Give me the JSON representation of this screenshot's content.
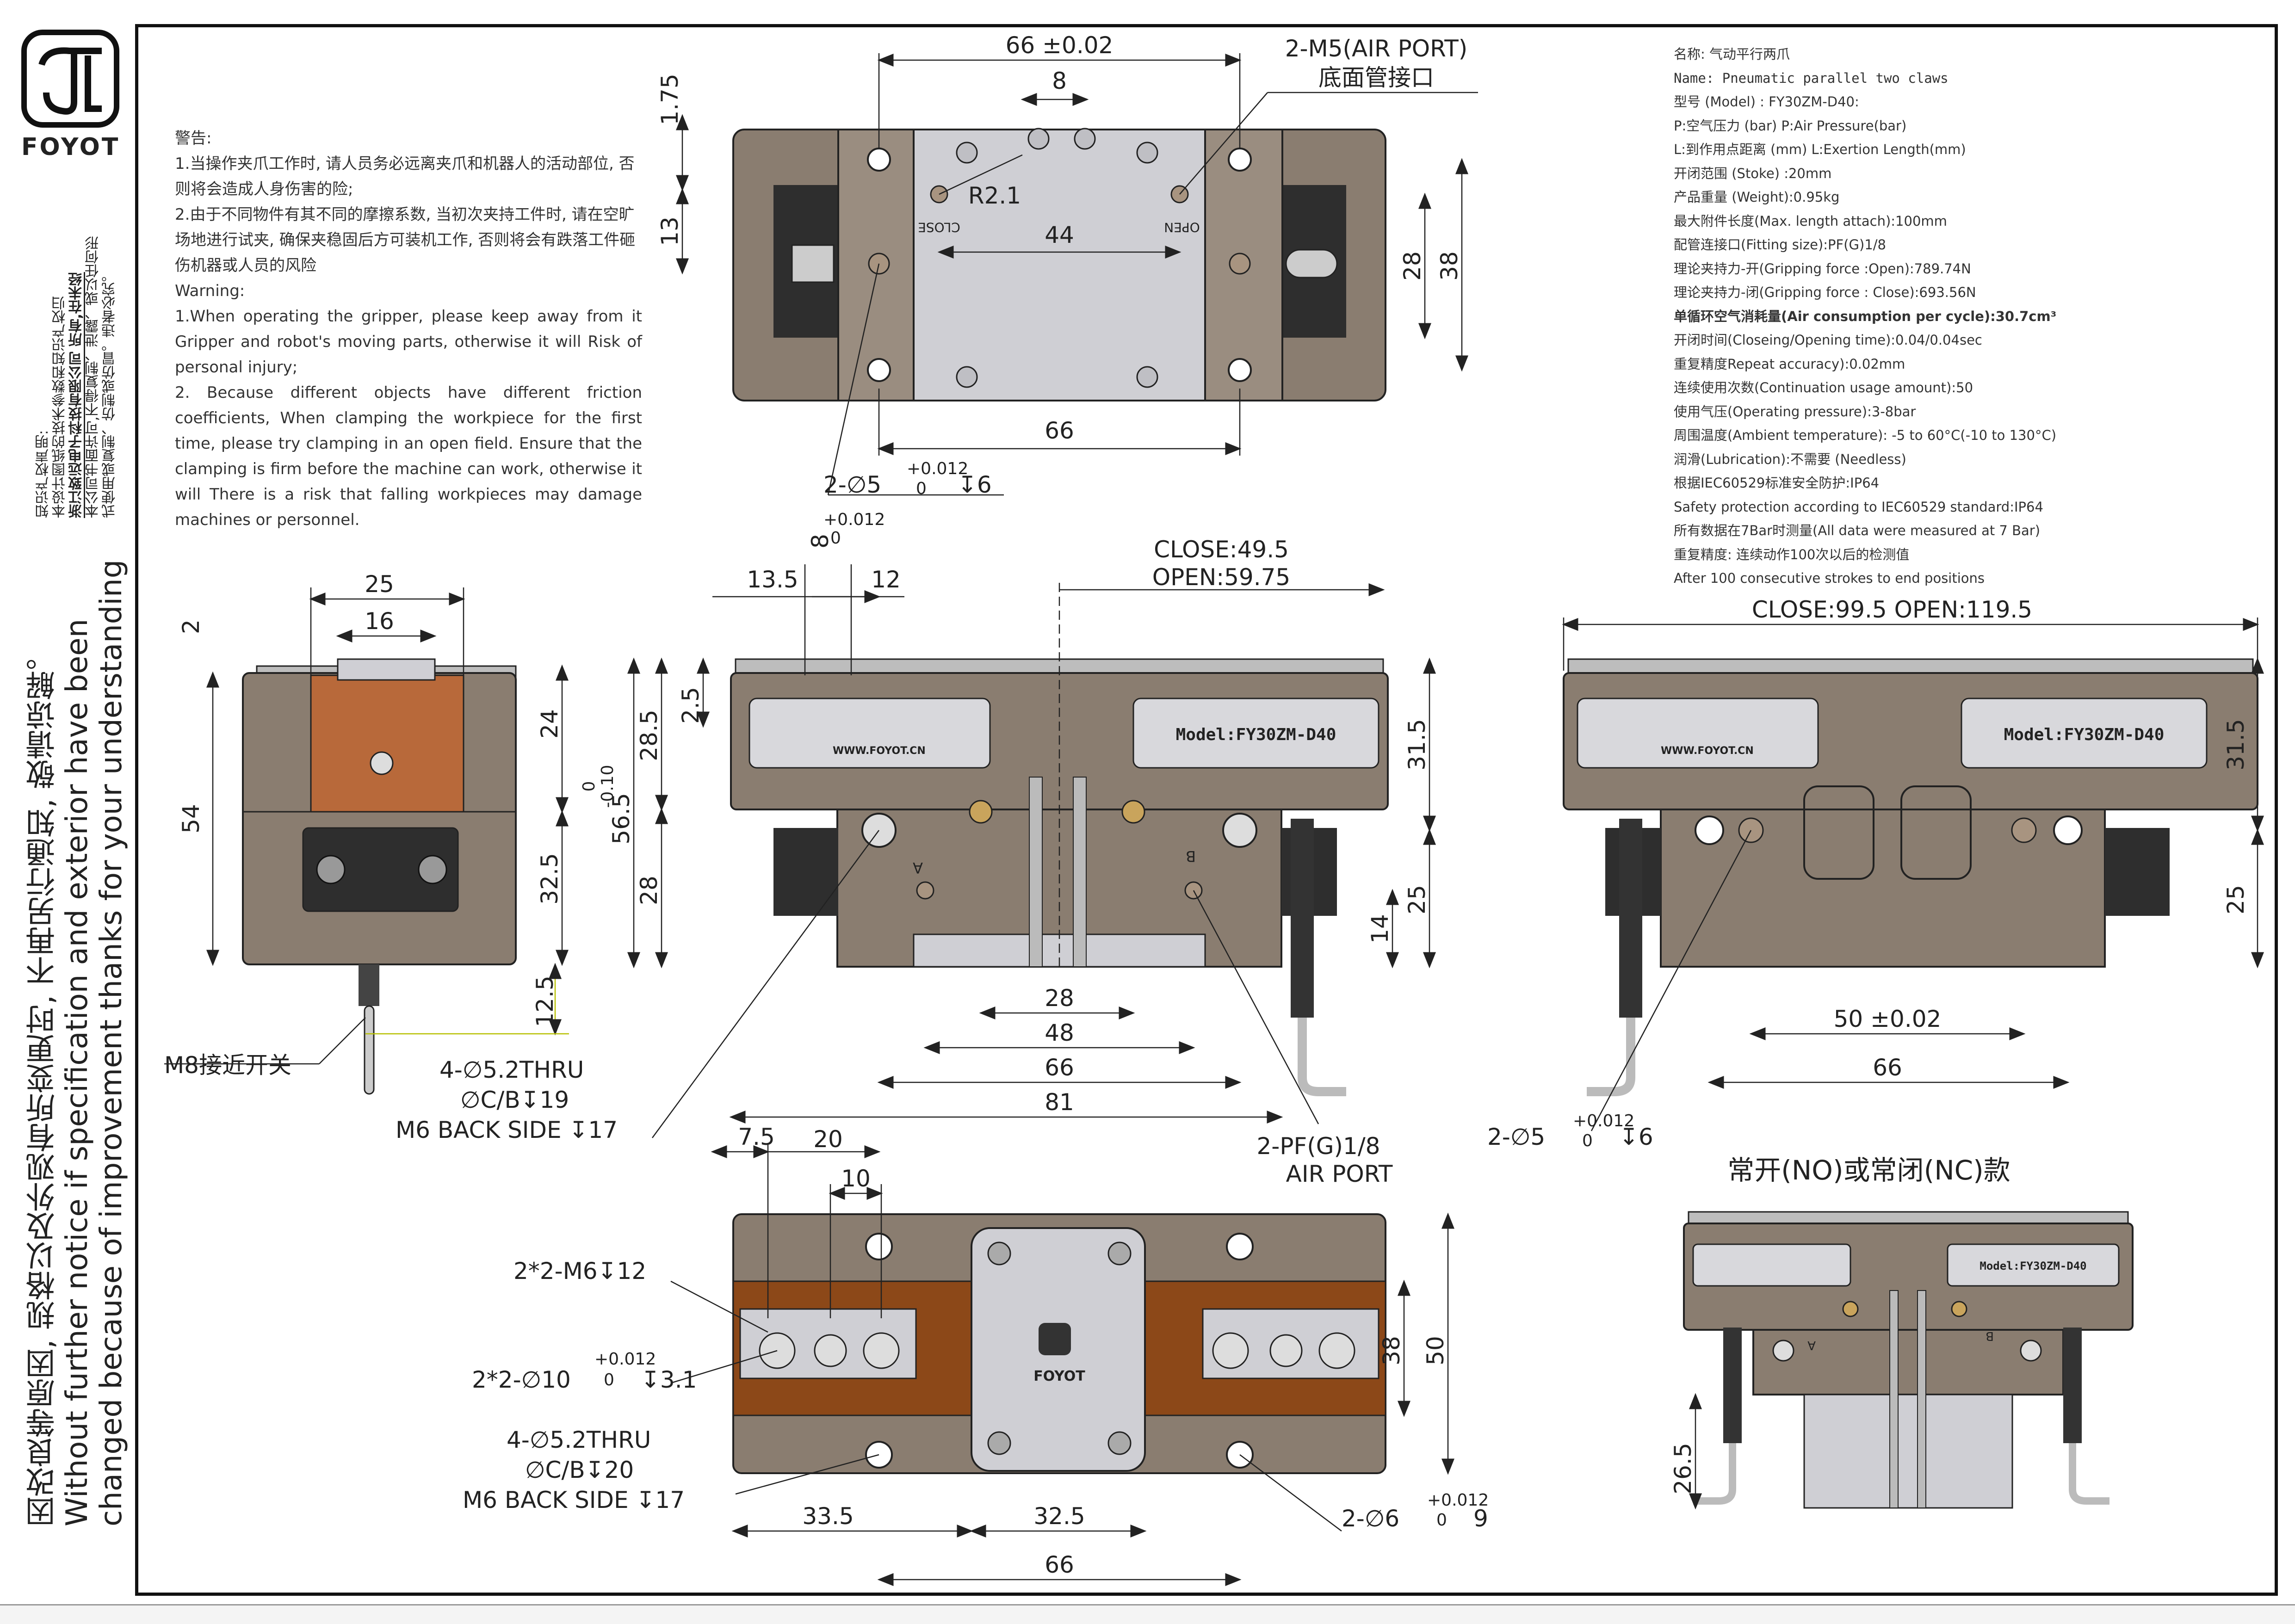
{
  "brand": {
    "name": "FOYOT"
  },
  "ip_notice": [
    "知识产权声明:",
    "本设计图纸的技术参数和知识产权归",
    "浙江致远电子科技有限公司 所有,在未经",
    "本公司书面许可,不得复制、泄露、或以任何形",
    "式使用或复制、仿制或仿冒。违者必究。"
  ],
  "change_notice": [
    "因改良等原因, 规格以及外观有所变更时, 不再另行通知, 敬请谅解。",
    "Without further notice if specification and exterior have been",
    "changed because of improvement thanks for your understanding"
  ],
  "warning": {
    "title_cn": "警告:",
    "cn": [
      "1.当操作夹爪工作时, 请人员务必远离夹爪和机器人的活动部位, 否则将会造成人身伤害的险;",
      "2.由于不同物件有其不同的摩擦系数, 当初次夹持工件时, 请在空旷场地进行试夹, 确保夹稳固后方可装机工作, 否则将会有跌落工件砸伤机器或人员的风险"
    ],
    "title_en": "Warning:",
    "en": [
      "1.When operating the gripper, please keep away from it Gripper and robot's moving parts, otherwise it will Risk of personal injury;",
      "2. Because different objects have different friction coefficients, When clamping the workpiece for the first time, please try clamping in an open field. Ensure that the clamping is firm before the machine can work, otherwise it will There is a risk that falling workpieces may damage machines or personnel."
    ]
  },
  "specs": [
    "名称: 气动平行两爪",
    "Name: Pneumatic parallel two claws",
    "型号 (Model) : FY30ZM-D40:",
    "P:空气压力 (bar) P:Air Pressure(bar)",
    "L:到作用点距离 (mm) L:Exertion Length(mm)",
    "开闭范围 (Stoke) :20mm",
    "产品重量 (Weight):0.95kg",
    "最大附件长度(Max. length attach):100mm",
    "配管连接口(Fitting size):PF(G)1/8",
    "理论夹持力-开(Gripping force :Open):789.74N",
    "理论夹持力-闭(Gripping force : Close):693.56N",
    "单循环空气消耗量(Air consumption per cycle):30.7cm³",
    "开闭时间(Closeing/Opening time):0.04/0.04sec",
    "重复精度Repeat accuracy):0.02mm",
    "连续使用次数(Continuation usage amount):50",
    "使用气压(Operating pressure):3-8bar",
    "周围温度(Ambient temperature): -5 to 60°C(-10 to 130°C)",
    "润滑(Lubrication):不需要 (Needless)",
    "根据IEC60529标准安全防护:IP64",
    "Safety protection according to IEC60529 standard:IP64",
    "所有数据在7Bar时测量(All data were measured at 7 Bar)",
    "重复精度: 连续动作100次以后的检测值",
    "After 100 consecutive strokes to end positions"
  ],
  "top_view": {
    "dim_width": "66 ±0.02",
    "dim_8": "8",
    "dim_1_75": "1.75",
    "dim_13": "13",
    "dim_44": "44",
    "dim_r": "R2.1",
    "dim_28": "28",
    "dim_38": "38",
    "dim_66": "66",
    "port_label_1": "2-M5(AIR PORT)",
    "port_label_2": "底面管接口",
    "close_label": "CLOSE",
    "open_label": "OPEN",
    "hole_callout_main": "2-∅5",
    "hole_callout_tol_top": "+0.012",
    "hole_callout_tol_bottom": "0",
    "hole_callout_depth": "↧6"
  },
  "side_view": {
    "dim_25": "25",
    "dim_16": "16",
    "dim_2": "2",
    "dim_24": "24",
    "dim_54": "54",
    "dim_32_5": "32.5",
    "dim_12_5": "12.5",
    "dim_tol_top": "0",
    "dim_tol_bottom": "-0.10",
    "sensor_label": "M8接近开关",
    "thru_1": "4-∅5.2THRU",
    "thru_2": "∅C/B↧19",
    "thru_3": "M6 BACK SIDE ↧17"
  },
  "front_view": {
    "dim_8": "8",
    "dim_tol_top": "+0.012",
    "dim_tol_bottom": "0",
    "dim_13_5": "13.5",
    "dim_12": "12",
    "dim_close": "CLOSE:49.5",
    "dim_open": "OPEN:59.75",
    "dim_2_5": "2.5",
    "dim_28_5": "28.5",
    "dim_56_5": "56.5",
    "dim_28": "28",
    "dim_31_5": "31.5",
    "dim_25": "25",
    "dim_14": "14",
    "dim_b28": "28",
    "dim_b48": "48",
    "dim_b66": "66",
    "dim_b81": "81",
    "plate_model": "Model:FY30ZM-D40",
    "plate_site": "WWW.FOYOT.CN",
    "port_a": "A",
    "port_b": "B",
    "port_label_1": "2-PF(G)1/8",
    "port_label_2": "AIR PORT"
  },
  "rear_view": {
    "dim_total": "CLOSE:99.5  OPEN:119.5",
    "dim_31_5": "31.5",
    "dim_25": "25",
    "dim_50": "50 ±0.02",
    "dim_66": "66",
    "plate_model": "Model:FY30ZM-D40",
    "plate_site": "WWW.FOYOT.CN",
    "hole_callout_main": "2-∅5",
    "hole_callout_tol_top": "+0.012",
    "hole_callout_tol_bottom": "0",
    "hole_callout_depth": "↧6"
  },
  "bottom_view": {
    "dim_7_5": "7.5",
    "dim_20": "20",
    "dim_10": "10",
    "m6_label": "2*2-M6↧12",
    "dowel_main": "2*2-∅10",
    "dowel_tol_top": "+0.012",
    "dowel_tol_bottom": "0",
    "dowel_depth": "↧3.1",
    "thru_1": "4-∅5.2THRU",
    "thru_2": "∅C/B↧20",
    "thru_3": "M6 BACK SIDE ↧17",
    "dim_38": "38",
    "dim_50": "50",
    "dim_33_5": "33.5",
    "dim_32_5": "32.5",
    "dim_66": "66",
    "pin_main": "2-∅6",
    "pin_tol_top": "+0.012",
    "pin_tol_bottom": "0",
    "pin_depth": "9",
    "center_logo": "FOYOT"
  },
  "variant_view": {
    "title": "常开(NO)或常闭(NC)款",
    "dim_26_5": "26.5",
    "plate_model": "Model:FY30ZM-D40",
    "port_a": "A",
    "port_b": "B"
  },
  "colors": {
    "body": "#8a7d70",
    "body_dark": "#6b6056",
    "plate": "#cfcfd4",
    "copper": "#b8693a",
    "copper_dark": "#8c4818",
    "black_part": "#2e2e2e",
    "line": "#222222"
  }
}
